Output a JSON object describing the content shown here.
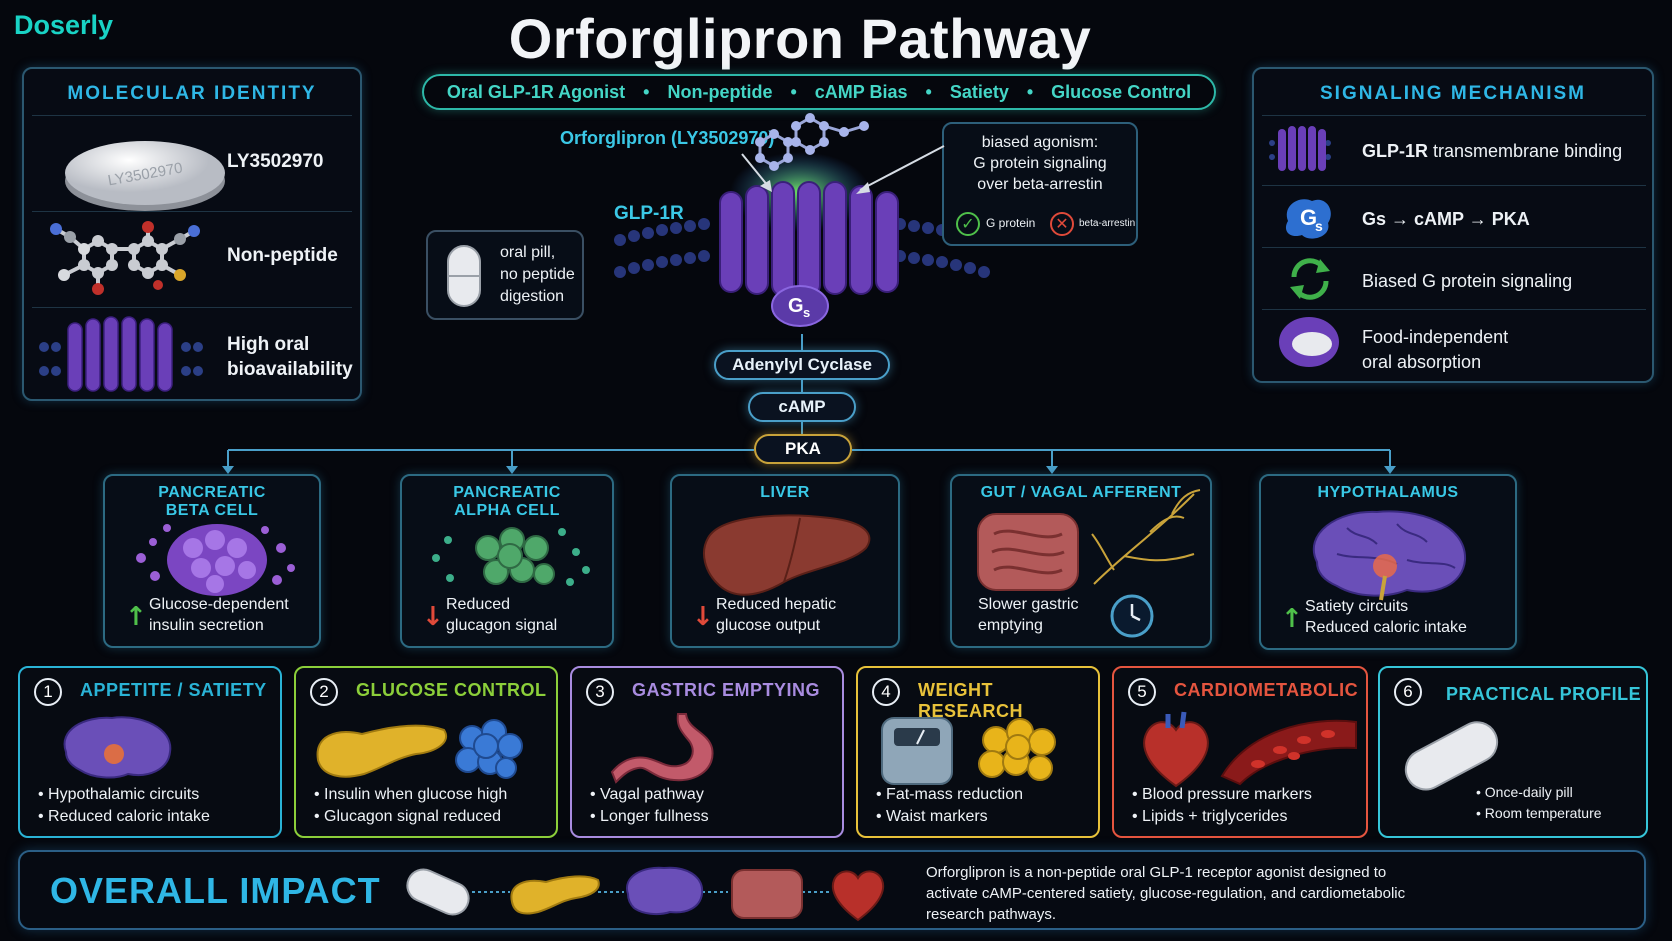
{
  "brand": "Doserly",
  "title": "Orforglipron Pathway",
  "tags": [
    "Oral GLP-1R Agonist",
    "Non-peptide",
    "cAMP Bias",
    "Satiety",
    "Glucose Control"
  ],
  "molecular_identity": {
    "title": "MOLECULAR IDENTITY",
    "pill_imprint": "LY3502970",
    "rows": [
      {
        "label": "LY3502970"
      },
      {
        "label": "Non-peptide"
      },
      {
        "label": "High oral\nbioavailability"
      }
    ]
  },
  "signaling_mechanism": {
    "title": "SIGNALING MECHANISM",
    "rows": [
      {
        "bold": "GLP-1R",
        "rest": " transmembrane binding"
      },
      {
        "bold": "",
        "rest": "Gs → cAMP → PKA"
      },
      {
        "bold": "",
        "rest": "Biased G protein signaling"
      },
      {
        "bold": "",
        "rest": "Food-independent\noral absorption"
      }
    ],
    "gs_label": "G",
    "gs_sub": "s"
  },
  "center": {
    "drug_label": "Orforglipron (LY3502970)",
    "receptor_label": "GLP-1R",
    "bias_box": {
      "text": "biased agonism:\nG protein signaling\nover beta-arrestin",
      "yes": "G protein",
      "no": "beta-arrestin"
    },
    "oral_box": "oral pill,\nno peptide\ndigestion",
    "gs": "G",
    "gs_sub": "s",
    "cascade": [
      "Adenylyl Cyclase",
      "cAMP",
      "PKA"
    ]
  },
  "targets": [
    {
      "title": "PANCREATIC\nBETA CELL",
      "direction": "up",
      "text": "Glucose-dependent\ninsulin secretion"
    },
    {
      "title": "PANCREATIC\nALPHA CELL",
      "direction": "down",
      "text": "Reduced\nglucagon signal"
    },
    {
      "title": "LIVER",
      "direction": "down",
      "text": "Reduced hepatic\nglucose output"
    },
    {
      "title": "GUT / VAGAL AFFERENT",
      "direction": "none",
      "text": "Slower gastric\nemptying"
    },
    {
      "title": "HYPOTHALAMUS",
      "direction": "up",
      "text": "Satiety circuits\nReduced caloric intake"
    }
  ],
  "cards": [
    {
      "num": "1",
      "title": "APPETITE / SATIETY",
      "color": "#2ab3d6",
      "items": [
        "Hypothalamic circuits",
        "Reduced caloric intake"
      ]
    },
    {
      "num": "2",
      "title": "GLUCOSE CONTROL",
      "color": "#8ccf3a",
      "items": [
        "Insulin when glucose high",
        "Glucagon signal reduced"
      ]
    },
    {
      "num": "3",
      "title": "GASTRIC EMPTYING",
      "color": "#a98ce0",
      "items": [
        "Vagal pathway",
        "Longer fullness"
      ]
    },
    {
      "num": "4",
      "title": "WEIGHT RESEARCH",
      "color": "#e8c23a",
      "items": [
        "Fat-mass reduction",
        "Waist markers"
      ]
    },
    {
      "num": "5",
      "title": "CARDIOMETABOLIC",
      "color": "#e5553f",
      "items": [
        "Blood pressure markers",
        "Lipids + triglycerides"
      ]
    },
    {
      "num": "6",
      "title": "PRACTICAL PROFILE",
      "color": "#36c6d9",
      "items": [
        "Once-daily pill",
        "Room temperature"
      ]
    }
  ],
  "impact": {
    "title": "OVERALL IMPACT",
    "text": "Orforglipron is a non-peptide oral GLP-1 receptor agonist designed to\nactivate cAMP-centered satiety, glucose-regulation, and cardiometabolic\nresearch pathways."
  },
  "colors": {
    "accent_teal": "#2db8a8",
    "accent_blue": "#2fb7e6",
    "receptor_purple": "#7a4fc4",
    "pka_gold": "#c9a33a"
  }
}
